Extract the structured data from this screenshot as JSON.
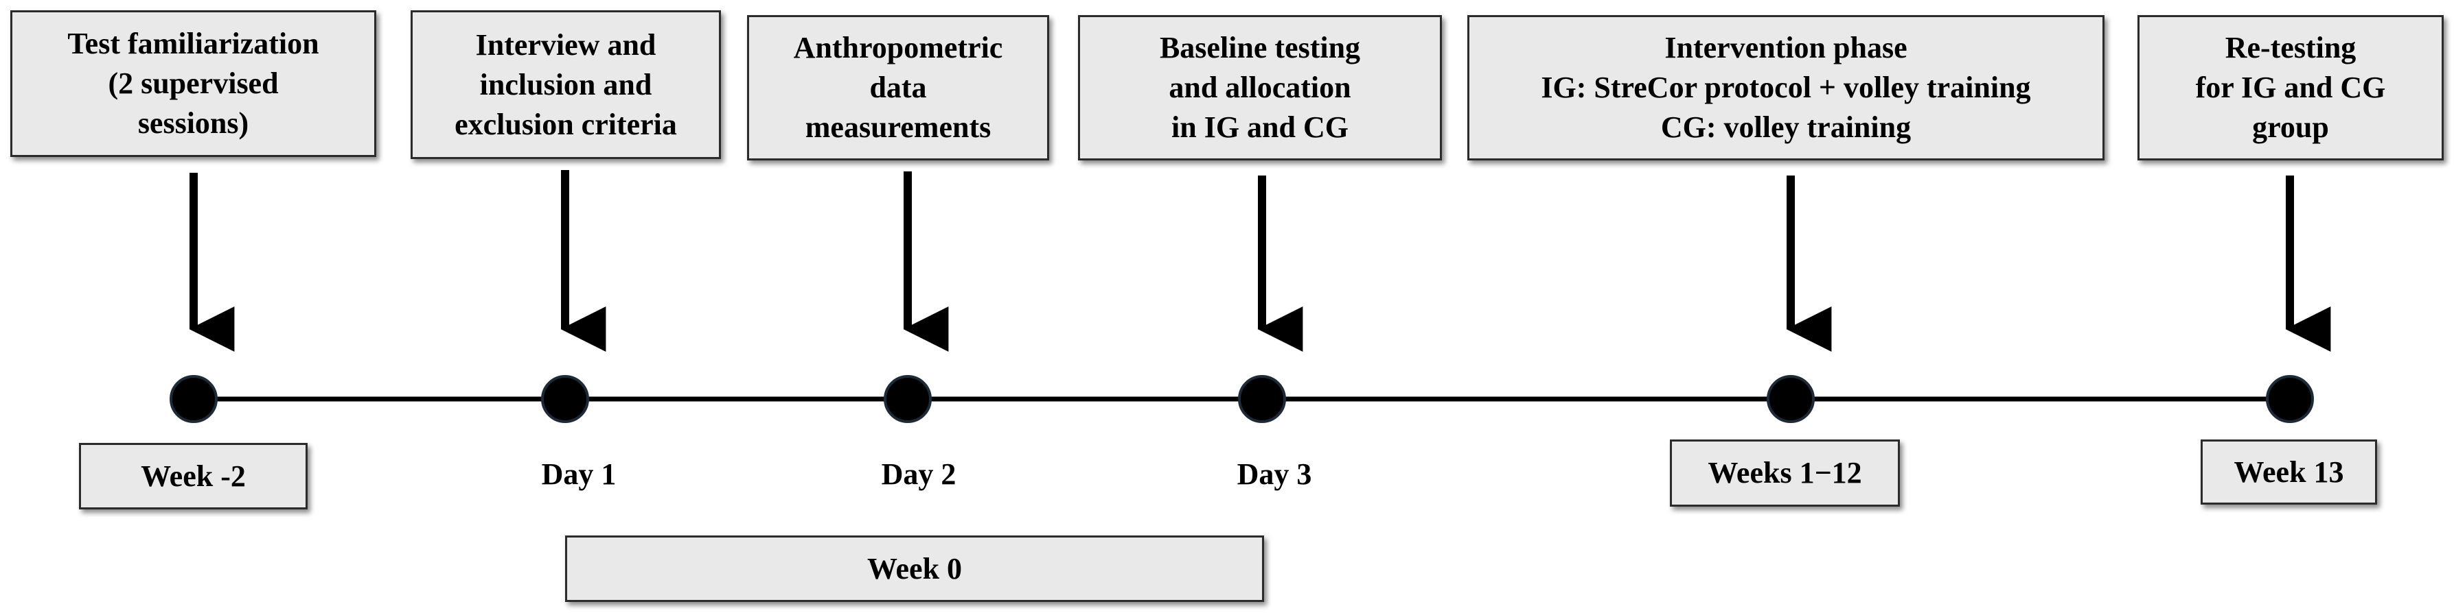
{
  "events": [
    {
      "id": "familiarization",
      "lines": [
        "Test familiarization",
        "(2 supervised",
        "sessions)"
      ],
      "time_label": "Week -2"
    },
    {
      "id": "interview",
      "lines": [
        "Interview and",
        "inclusion and",
        "exclusion criteria"
      ],
      "time_label": "Day 1"
    },
    {
      "id": "anthropometric",
      "lines": [
        "Anthropometric",
        "data",
        "measurements"
      ],
      "time_label": "Day 2"
    },
    {
      "id": "baseline",
      "lines": [
        "Baseline testing",
        "and allocation",
        "in IG and CG"
      ],
      "time_label": "Day 3"
    },
    {
      "id": "intervention",
      "lines": [
        "Intervention phase",
        "IG: StreCor protocol + volley training",
        "CG: volley training"
      ],
      "time_label": "Weeks 1−12"
    },
    {
      "id": "retesting",
      "lines": [
        "Re-testing",
        "for IG and CG",
        "group"
      ],
      "time_label": "Week 13"
    }
  ],
  "span_label": "Week 0",
  "colors": {
    "box_fill": "#e9e9e9",
    "box_border": "#2b2b2b",
    "line": "#000000",
    "node": "#000000"
  }
}
